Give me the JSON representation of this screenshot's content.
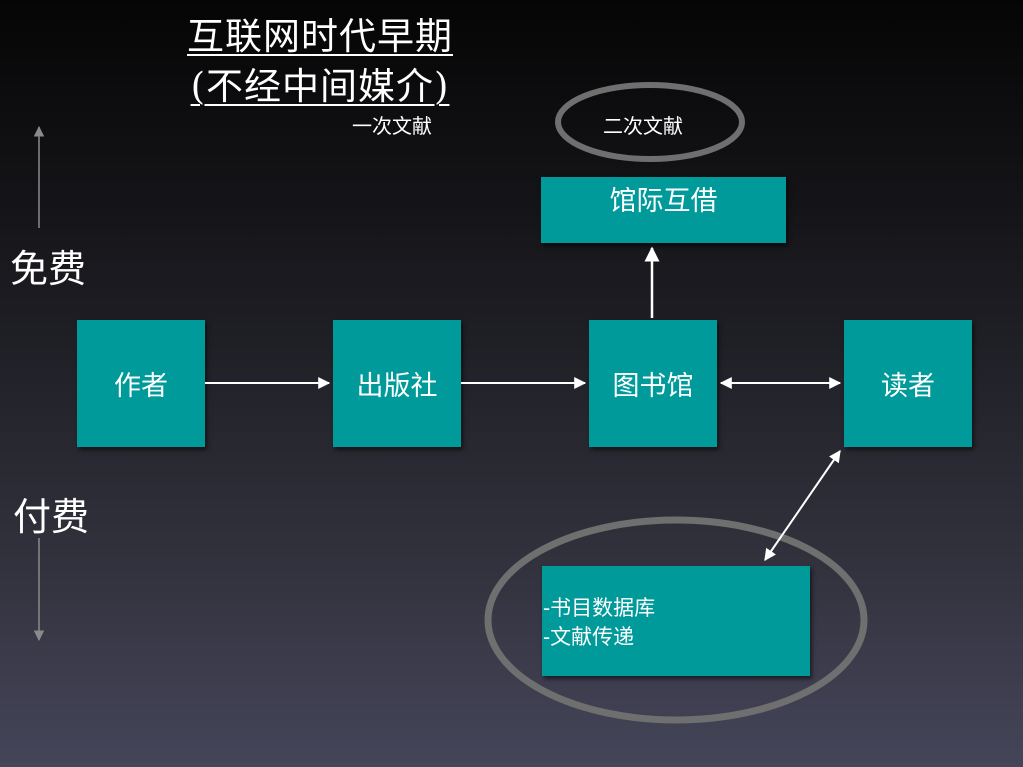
{
  "title": {
    "line1": "互联网时代早期",
    "line2": "(不经中间媒介)"
  },
  "labels": {
    "primary_literature": "一次文献",
    "secondary_literature": "二次文献",
    "free": "免费",
    "paid": "付费"
  },
  "nodes": {
    "author": "作者",
    "publisher": "出版社",
    "library": "图书馆",
    "reader": "读者",
    "interlibrary_loan": "馆际互借",
    "services": [
      "-书目数据库",
      "-文献传递"
    ]
  },
  "colors": {
    "node_fill": "#009a9a",
    "ellipse_stroke": "#6f6f6f",
    "text": "#ffffff"
  }
}
